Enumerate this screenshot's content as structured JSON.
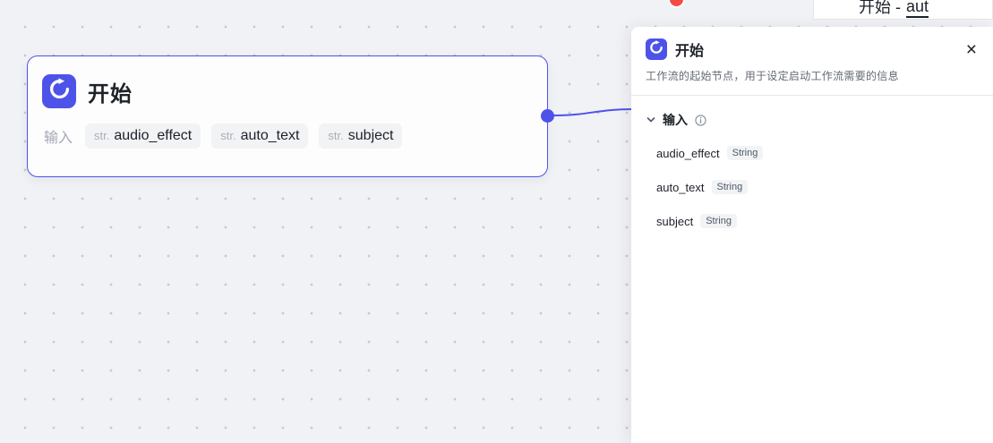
{
  "node": {
    "title": "开始",
    "input_label": "输入",
    "params": [
      {
        "type": "str.",
        "name": "audio_effect"
      },
      {
        "type": "str.",
        "name": "auto_text"
      },
      {
        "type": "str.",
        "name": "subject"
      }
    ]
  },
  "panel": {
    "title": "开始",
    "close_glyph": "×",
    "description": "工作流的起始节点，用于设定启动工作流需要的信息",
    "section": {
      "label": "输入",
      "items": [
        {
          "name": "audio_effect",
          "type": "String"
        },
        {
          "name": "auto_text",
          "type": "String"
        },
        {
          "name": "subject",
          "type": "String"
        }
      ]
    }
  },
  "topbar": {
    "title_prefix": "开始 - ",
    "title_highlight": "aut"
  },
  "colors": {
    "accent": "#4d53e8",
    "badge_red": "#f54a45",
    "canvas_bg": "#f1f2f6",
    "dot": "#c6cad3"
  }
}
